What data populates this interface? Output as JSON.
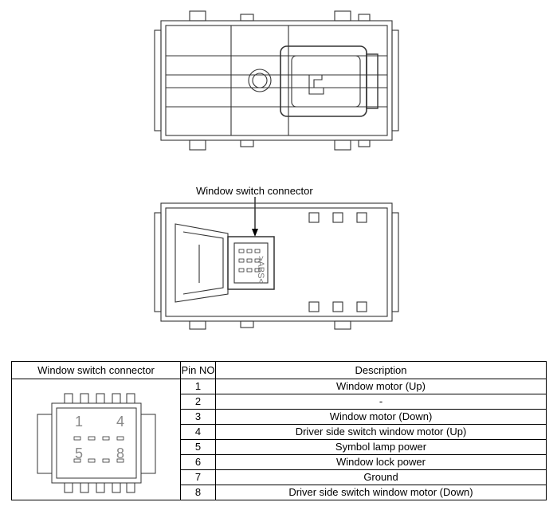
{
  "callout": {
    "label": "Window switch connector"
  },
  "housing_marking": ">ABS<",
  "table": {
    "headers": [
      "Window switch connector",
      "Pin NO",
      "Description"
    ],
    "rows": [
      {
        "pin": "1",
        "description": "Window motor (Up)"
      },
      {
        "pin": "2",
        "description": "-"
      },
      {
        "pin": "3",
        "description": "Window motor (Down)"
      },
      {
        "pin": "4",
        "description": "Driver side switch window motor (Up)"
      },
      {
        "pin": "5",
        "description": "Symbol lamp power"
      },
      {
        "pin": "6",
        "description": "Window lock power"
      },
      {
        "pin": "7",
        "description": "Ground"
      },
      {
        "pin": "8",
        "description": "Driver side switch window motor (Down)"
      }
    ]
  },
  "connector_face_pins": [
    "1",
    "4",
    "5",
    "8"
  ]
}
